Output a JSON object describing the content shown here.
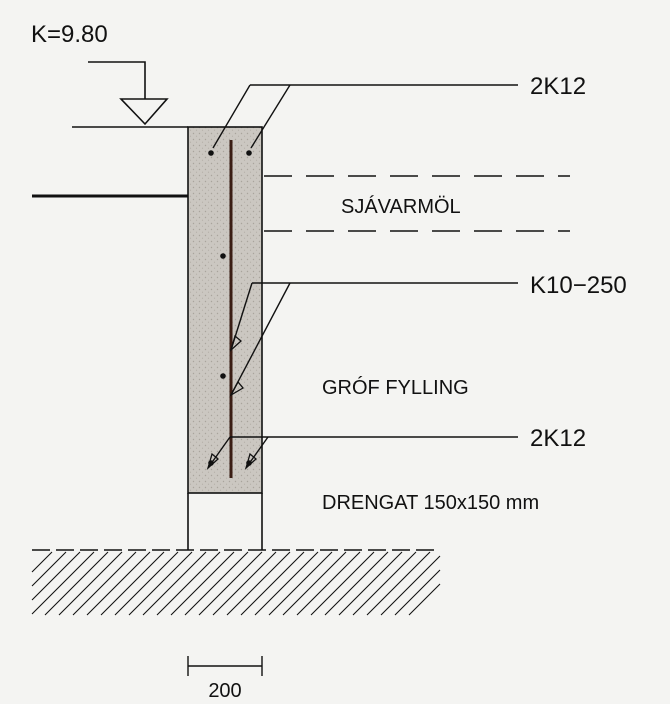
{
  "labels": {
    "elevation": "K=9.80",
    "rebar_top": "2K12",
    "sea_gravel": "SJÁVARMÖL",
    "rebar_stirrup": "K10−250",
    "coarse_fill": "GRÓF FYLLING",
    "rebar_bottom": "2K12",
    "drain": "DRENGAT  150x150  mm",
    "dimension": "200"
  },
  "colors": {
    "ink": "#111111",
    "concrete": "#c9c5bf",
    "background": "#f4f4f2"
  }
}
